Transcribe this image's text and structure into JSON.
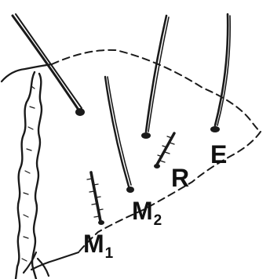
{
  "labels": {
    "m1": {
      "main": "M",
      "sub": "1"
    },
    "m2": {
      "main": "M",
      "sub": "2"
    },
    "r": "R",
    "e": "E"
  },
  "ink_color": "#1a1a1a",
  "background": "#ffffff"
}
